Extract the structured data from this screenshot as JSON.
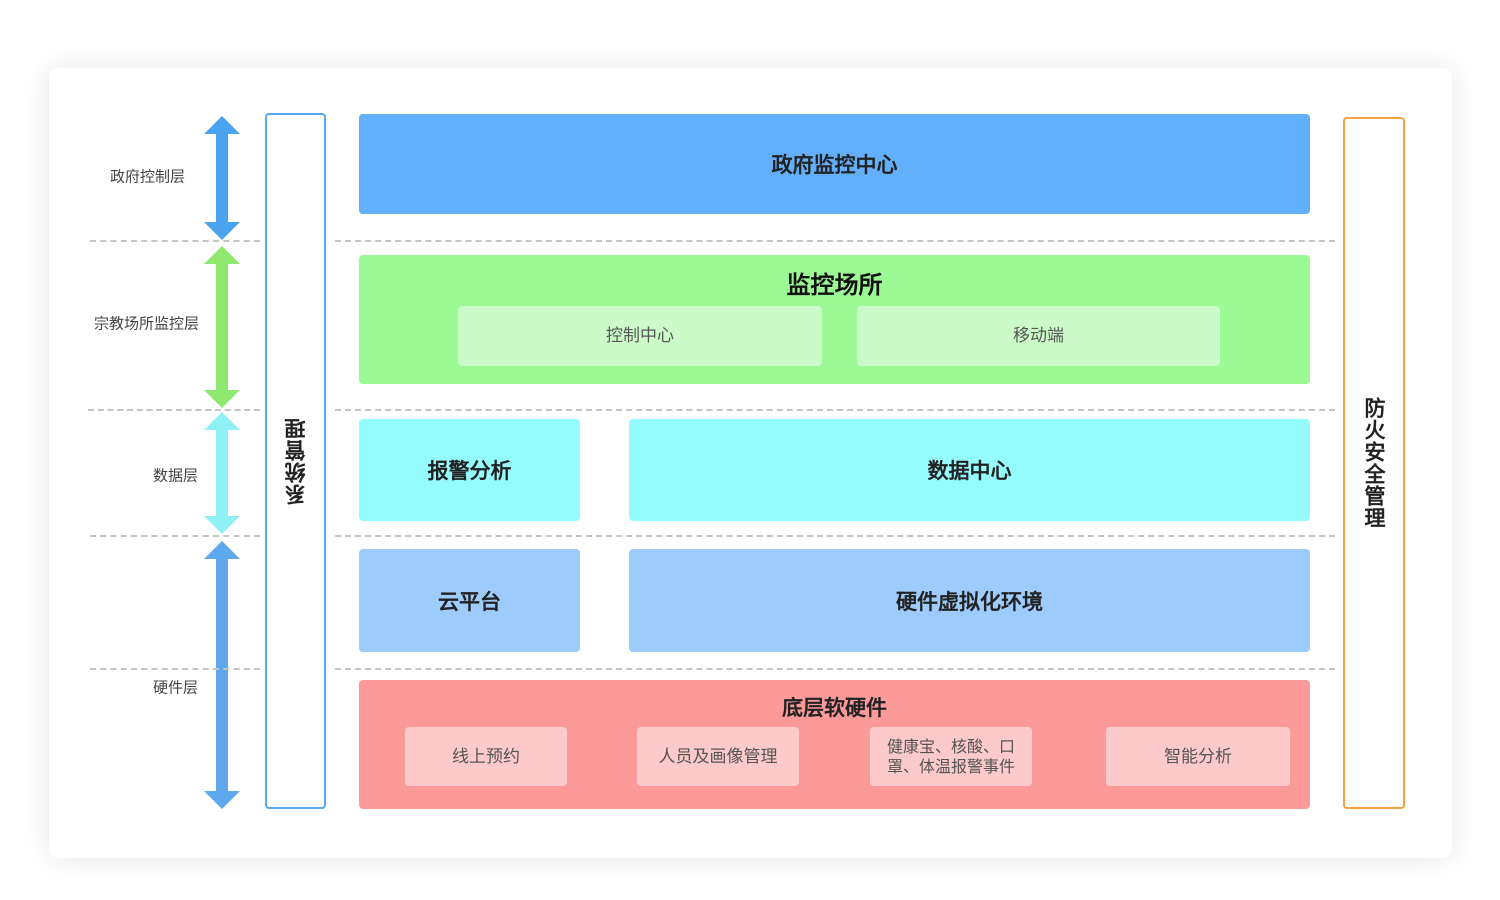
{
  "layers": [
    {
      "label": "政府控制层",
      "color": "#4aa3ef"
    },
    {
      "label": "宗教场所监控层",
      "color": "#8fe86e"
    },
    {
      "label": "数据层",
      "color": "#8ff0f6"
    },
    {
      "label": "硬件层",
      "color": "#5ea8ee"
    }
  ],
  "left_bar": {
    "label": "系统管理",
    "border": "#5aa8ef"
  },
  "right_bar": {
    "label": "防火安全管理",
    "border": "#f4a245"
  },
  "gov": {
    "title": "政府监控中心",
    "bg": "#62b0fb"
  },
  "venue": {
    "title": "监控场所",
    "bg": "#9bfa93",
    "items": [
      "控制中心",
      "移动端"
    ],
    "item_bg": "#ccfbca"
  },
  "data": {
    "left": "报警分析",
    "right": "数据中心",
    "bg": "#95fcfd"
  },
  "cloud": {
    "left": "云平台",
    "right": "硬件虚拟化环境",
    "bg": "#9dcbfb"
  },
  "hw": {
    "title": "底层软硬件",
    "bg": "#fc9a9a",
    "item_bg": "#fccaca",
    "items": [
      "线上预约",
      "人员及画像管理",
      "健康宝、核酸、口罩、体温报警事件",
      "智能分析"
    ]
  }
}
